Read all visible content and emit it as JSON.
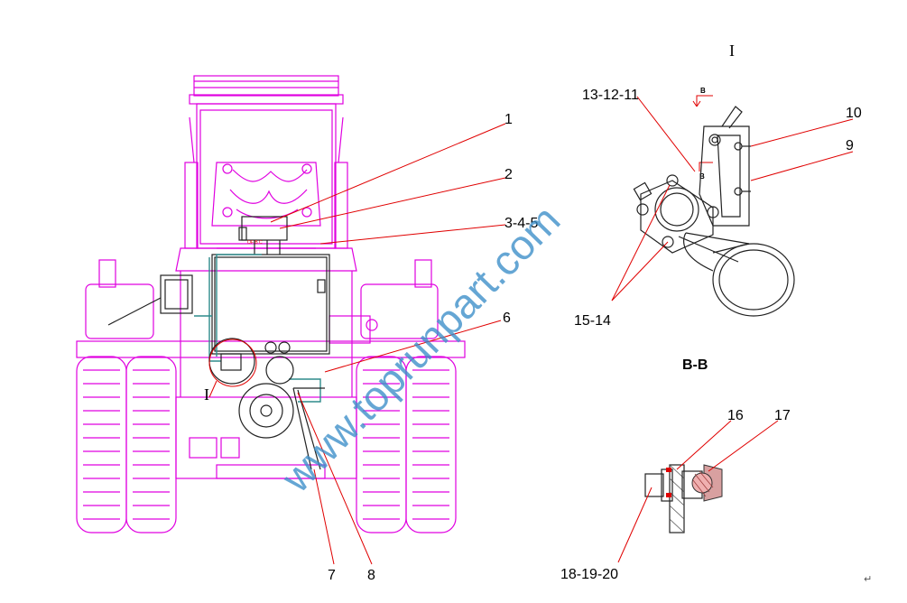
{
  "watermark": "www.toprunpart.com",
  "view_labels": {
    "detail_mark_top": "I",
    "detail_mark_main": "I",
    "section": "B-B",
    "section_arrow": "B"
  },
  "callouts": {
    "c1": "1",
    "c2": "2",
    "c3": "3-4-5",
    "c6": "6",
    "c7": "7",
    "c8": "8",
    "c9": "9",
    "c10": "10",
    "c11": "13-12-11",
    "c14": "15-14",
    "c16": "16",
    "c17": "17",
    "c18": "18-19-20"
  },
  "small_text": {
    "valve_labels": "OF  B  C",
    "return_mark": "↵"
  },
  "colors": {
    "machine": "#e000e0",
    "leader": "#e00000",
    "watermark": "#3b8ec8",
    "pipe": "#2e8b8b"
  }
}
